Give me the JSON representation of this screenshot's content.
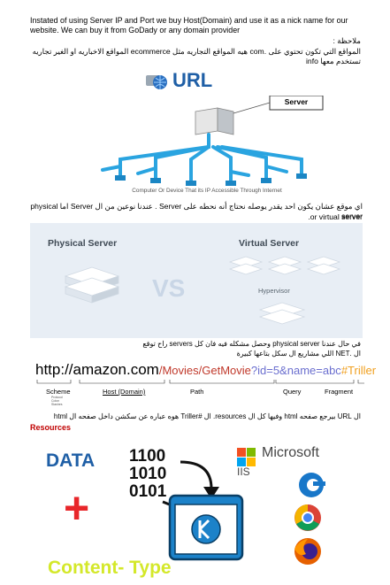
{
  "intro_text": "Instated of using Server IP and Port we buy Host(Domain) and use it as a nick name for our website. We can buy it from GoDady or any domain provider",
  "note_label": "ملاحظة :",
  "note_text": "المواقع التي تكون تحتوي على .com هيه المواقع التجاريه مثل ecommerce المواقع الاخباريه او الغير تجاريه تستخدم معها info",
  "url_banner": {
    "title": "URL"
  },
  "server_figure": {
    "server_label": "Server",
    "caption": "Computer Or Device That its IP Accessible Through Internet"
  },
  "server_explain_line1": "اي موقع عشان يكون احد يقدر يوصله نحتاج أنه نحطه على Server . عندنا نوعين من ال Server اما physical server",
  "server_explain_line2": "or virtual server.",
  "server_types": {
    "physical_label": "Physical Server",
    "vs_label": "VS",
    "virtual_label": "Virtual Server",
    "hypervisor_label": "Hypervisor"
  },
  "physical_note_line1": "في حال عندنا physical server وحصل مشكله فيه فان كل servers راح توقع",
  "physical_note_line2": "ال .NET اللي مشاريع ال سكل بتاعها كبيرة",
  "url_parts": {
    "scheme_host": "http://amazon.com",
    "path": "/Movies/GetMovie",
    "query": "?id=5&name=abc",
    "fragment": "#Triller",
    "label_scheme": "Scheme",
    "label_host": "Host (Domain)",
    "label_path": "Path",
    "label_query": "Query",
    "label_fragment": "Fragment",
    "sub_labels": [
      "Protocol",
      "Colon",
      "Slashes"
    ]
  },
  "url_note": "ال URL بيرجع صفحه html وفيها كل ال resources. ال #Triller هوه عباره عن سكشن داخل صفحه ال html",
  "resources_heading": "Resources",
  "resources": {
    "data_label": "DATA",
    "binary_lines": [
      "1100",
      "1010",
      "0101"
    ],
    "plus_symbol": "+",
    "microsoft_label": "Microsoft",
    "iis_label": "IIS",
    "content_type_label": "Content- Type"
  },
  "colors": {
    "accent_blue": "#1f5fa6",
    "red": "#e8262a",
    "yellow_green": "#d4e82a",
    "resources_red": "#c00000"
  }
}
